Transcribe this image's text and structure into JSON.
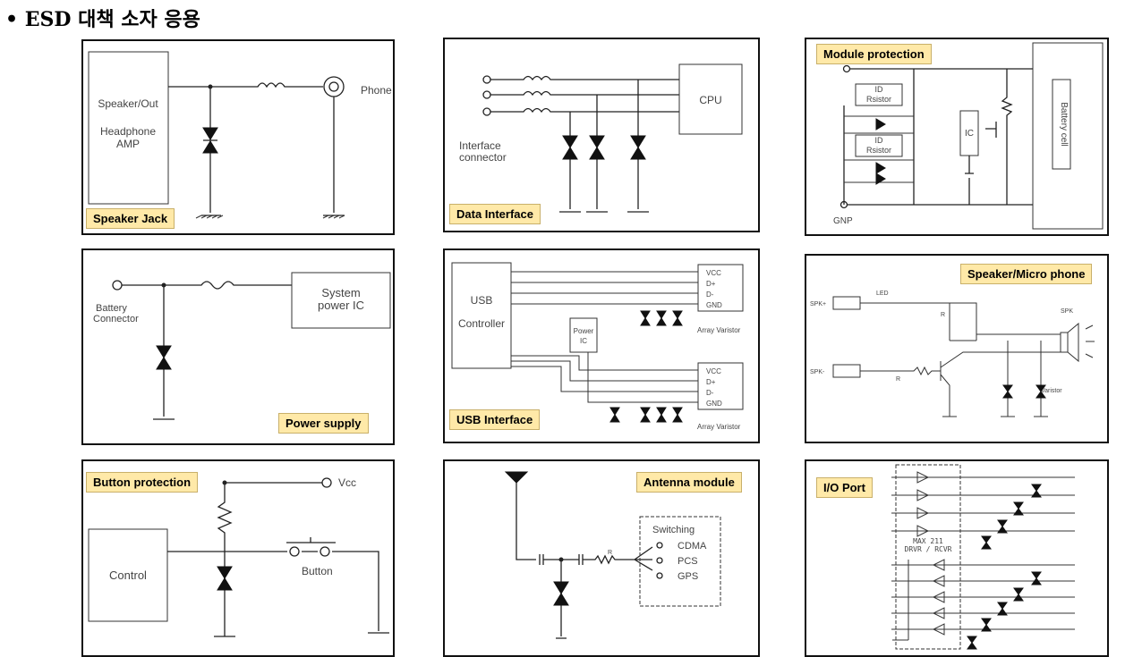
{
  "page_title": "• ESD 대책 소자 응용",
  "panels": {
    "speaker_jack": {
      "tag": "Speaker Jack",
      "block_line1": "Speaker/Out",
      "block_line2": "Headphone",
      "block_line3": "AMP",
      "phone": "Phone"
    },
    "data_interface": {
      "tag": "Data Interface",
      "cpu": "CPU",
      "conn1": "Interface",
      "conn2": "connector"
    },
    "module_protection": {
      "tag": "Module protection",
      "id1a": "ID",
      "id1b": "Rsistor",
      "id2a": "ID",
      "id2b": "Rsistor",
      "ic": "IC",
      "battery": "Battery cell",
      "gnd": "GNP"
    },
    "power_supply": {
      "tag": "Power supply",
      "conn1": "Battery",
      "conn2": "Connector",
      "sys1": "System",
      "sys2": "power IC"
    },
    "usb_interface": {
      "tag": "USB Interface",
      "usb1": "USB",
      "usb2": "Controller",
      "pwr1": "Power",
      "pwr2": "IC",
      "vcc": "VCC",
      "dp": "D+",
      "dm": "D-",
      "gnd": "GND",
      "vcc2": "VCC",
      "dp2": "D+",
      "dm2": "D-",
      "gnd2": "GND",
      "av1": "Array Varistor",
      "av2": "Array Varistor"
    },
    "speaker_micro": {
      "tag": "Speaker/Micro phone",
      "spkp": "SPK+",
      "spkm": "SPK-",
      "led": "LED",
      "r1": "R",
      "r2": "R",
      "spk": "SPK",
      "varistor": "Varistor"
    },
    "button_protection": {
      "tag": "Button protection",
      "vcc": "Vcc",
      "control": "Control",
      "button": "Button"
    },
    "antenna_module": {
      "tag": "Antenna module",
      "switching": "Switching",
      "cdma": "CDMA",
      "pcs": "PCS",
      "gps": "GPS",
      "r": "R"
    },
    "io_port": {
      "tag": "I/O Port",
      "chip1": "MAX 211",
      "chip2": "DRVR / RCVR"
    }
  }
}
